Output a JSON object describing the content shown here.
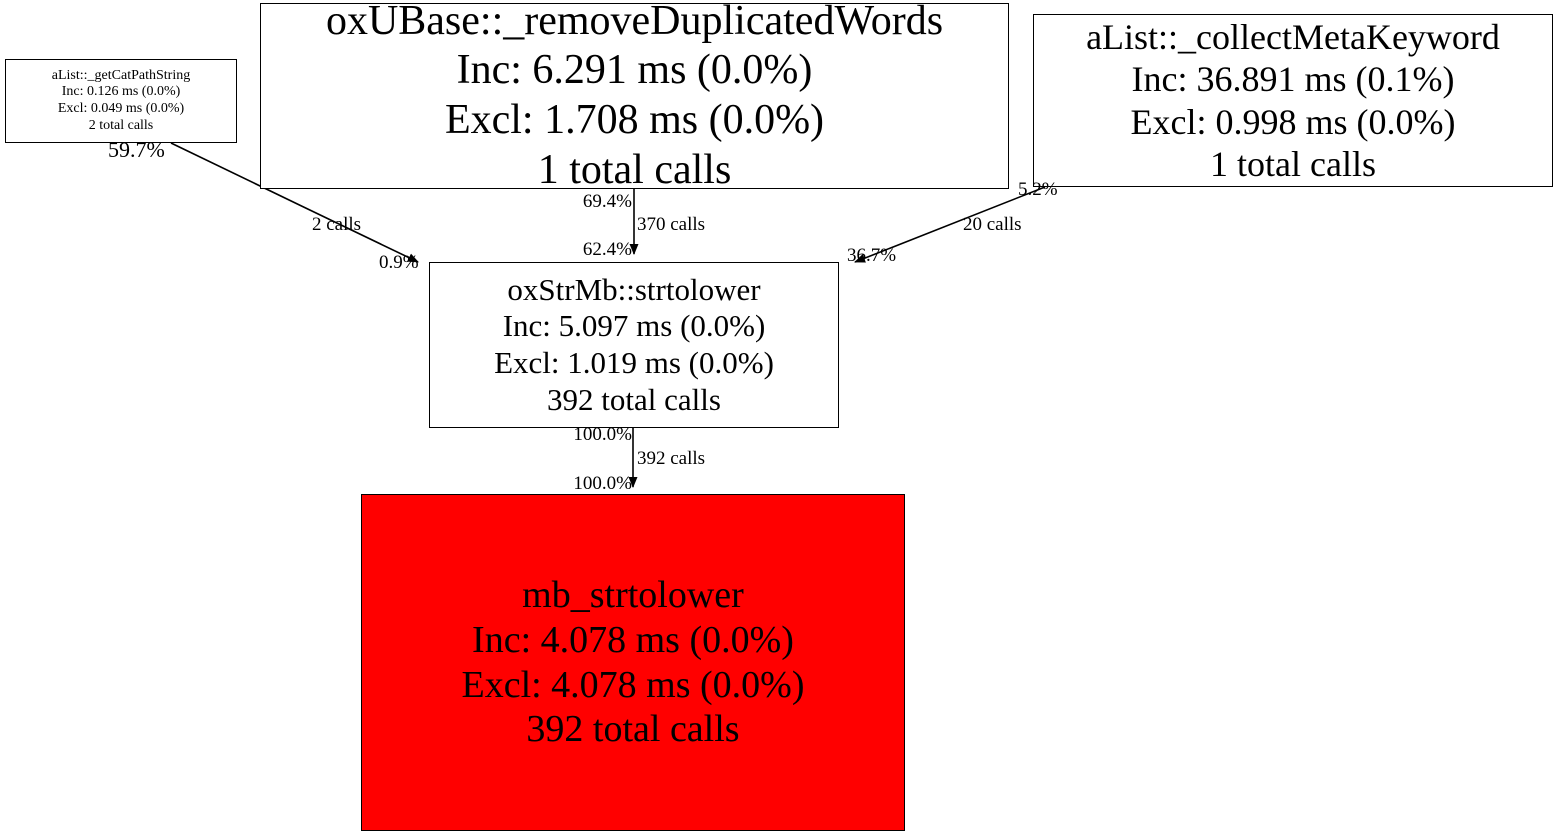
{
  "graph": {
    "type": "callgraph",
    "title": "Profiler call graph",
    "colors": {
      "hot_node": "#ff0000",
      "node_bg": "#ffffff",
      "stroke": "#000000"
    },
    "nodes": [
      {
        "id": "removeDuplicatedWords",
        "name": "oxUBase::_removeDuplicatedWords",
        "inc": "Inc: 6.291 ms (0.0%)",
        "excl": "Excl: 1.708 ms (0.0%)",
        "calls": "1 total calls",
        "inc_ms": 6.291,
        "inc_pct": 0.0,
        "excl_ms": 1.708,
        "excl_pct": 0.0,
        "total_calls": 1,
        "highlight": false
      },
      {
        "id": "collectMetaKeyword",
        "name": "aList::_collectMetaKeyword",
        "inc": "Inc: 36.891 ms (0.1%)",
        "excl": "Excl: 0.998 ms (0.0%)",
        "calls": "1 total calls",
        "inc_ms": 36.891,
        "inc_pct": 0.1,
        "excl_ms": 0.998,
        "excl_pct": 0.0,
        "total_calls": 1,
        "highlight": false
      },
      {
        "id": "getCatPathString",
        "name": "aList::_getCatPathString",
        "inc": "Inc: 0.126 ms (0.0%)",
        "excl": "Excl: 0.049 ms (0.0%)",
        "calls": "2 total calls",
        "inc_ms": 0.126,
        "inc_pct": 0.0,
        "excl_ms": 0.049,
        "excl_pct": 0.0,
        "total_calls": 2,
        "highlight": false
      },
      {
        "id": "strtolower",
        "name": "oxStrMb::strtolower",
        "inc": "Inc: 5.097 ms (0.0%)",
        "excl": "Excl: 1.019 ms (0.0%)",
        "calls": "392 total calls",
        "inc_ms": 5.097,
        "inc_pct": 0.0,
        "excl_ms": 1.019,
        "excl_pct": 0.0,
        "total_calls": 392,
        "highlight": false
      },
      {
        "id": "mb_strtolower",
        "name": "mb_strtolower",
        "inc": "Inc: 4.078 ms (0.0%)",
        "excl": "Excl: 4.078 ms (0.0%)",
        "calls": "392 total calls",
        "inc_ms": 4.078,
        "inc_pct": 0.0,
        "excl_ms": 4.078,
        "excl_pct": 0.0,
        "total_calls": 392,
        "highlight": true
      }
    ],
    "edges": [
      {
        "id": "getCatPathString-to-strtolower",
        "from": "getCatPathString",
        "to": "strtolower",
        "tail_pct": "59.7%",
        "calls": "2 calls",
        "head_pct": "0.9%",
        "call_count": 2
      },
      {
        "id": "removeDuplicatedWords-to-strtolower",
        "from": "removeDuplicatedWords",
        "to": "strtolower",
        "tail_pct": "69.4%",
        "calls": "370 calls",
        "head_pct": "62.4%",
        "call_count": 370
      },
      {
        "id": "collectMetaKeyword-to-strtolower",
        "from": "collectMetaKeyword",
        "to": "strtolower",
        "tail_pct": "5.2%",
        "calls": "20 calls",
        "head_pct": "36.7%",
        "call_count": 20
      },
      {
        "id": "strtolower-to-mb_strtolower",
        "from": "strtolower",
        "to": "mb_strtolower",
        "tail_pct": "100.0%",
        "calls": "392 calls",
        "head_pct": "100.0%",
        "call_count": 392
      }
    ]
  }
}
